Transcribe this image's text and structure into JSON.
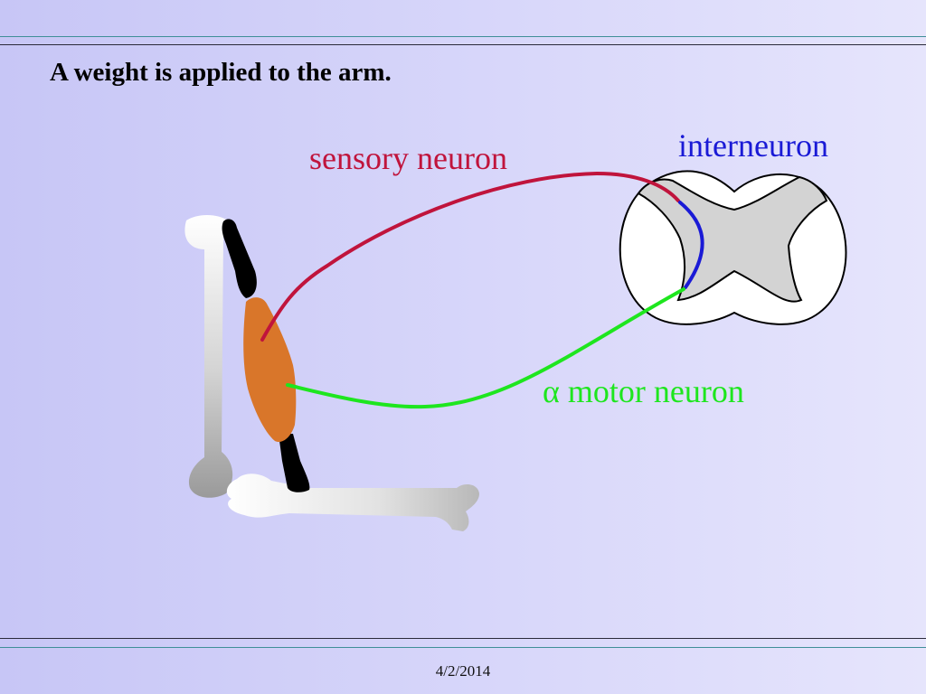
{
  "slide": {
    "title": "A weight is applied to the arm.",
    "footer_date": "4/2/2014"
  },
  "diagram": {
    "labels": {
      "sensory": "sensory neuron",
      "interneuron": "interneuron",
      "motor": "α motor neuron"
    },
    "colors": {
      "sensory_neuron": "#c0143c",
      "interneuron": "#1a1ad6",
      "motor_neuron": "#1ee61e",
      "muscle": "#d9762a",
      "tendon": "#000000",
      "bone": "#dcdcdc",
      "gray_matter": "#d3d3d3",
      "white_matter": "#ffffff"
    }
  }
}
